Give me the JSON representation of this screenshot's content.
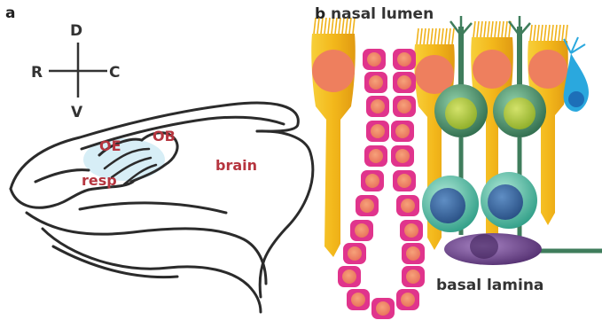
{
  "panel_a": {
    "letter": "a",
    "compass": {
      "dorsal": "D",
      "ventral": "V",
      "rostral": "R",
      "caudal": "C"
    },
    "labels": {
      "oe": "OE",
      "ob": "OB",
      "brain": "brain",
      "resp": "resp"
    }
  },
  "panel_b": {
    "letter": "b",
    "top_label": "nasal lumen",
    "bottom_label": "basal lamina"
  },
  "colors": {
    "label_red": "#b6353f",
    "outline": "#2b2b2b",
    "sustentacular": "#f3c025",
    "nucleus_orange": "#ef7d5a",
    "stem_chain": "#e0348c",
    "neuron_green": "#3f7d5c",
    "neuron_nucleus": "#a8c63b",
    "basal_teal": "#4fbfa4",
    "basal_nucleus": "#3c6ea3",
    "lamina_purple": "#6b3f8a",
    "microvillar_blue": "#2aa8de"
  }
}
